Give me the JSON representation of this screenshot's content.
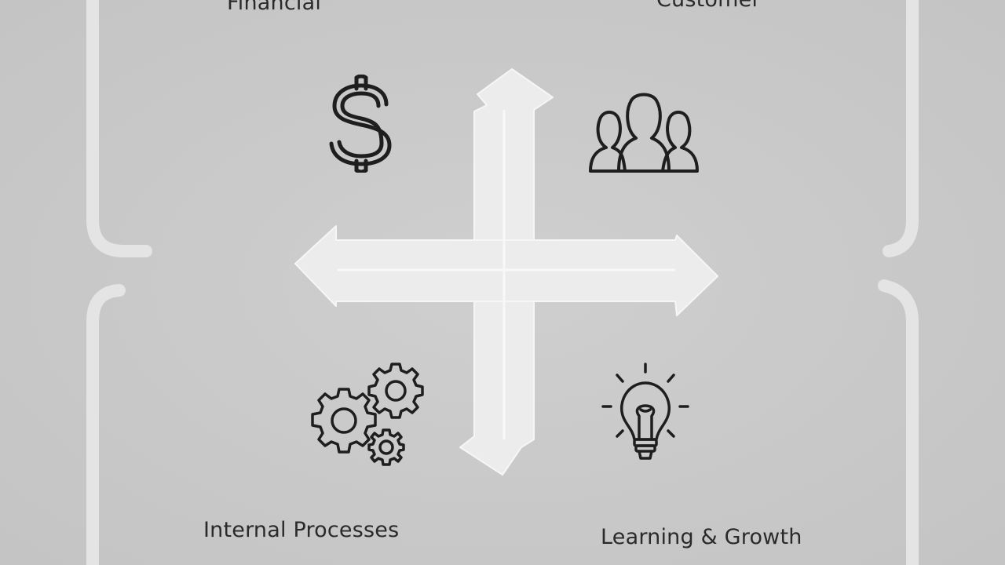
{
  "quadrants": {
    "financial": {
      "label": "Financial",
      "icon": "dollar-sign-icon"
    },
    "customer": {
      "label": "Customer",
      "icon": "people-group-icon"
    },
    "internal_processes": {
      "label": "Internal Processes",
      "icon": "gears-icon"
    },
    "learning_growth": {
      "label": "Learning & Growth",
      "icon": "lightbulb-icon"
    }
  },
  "colors": {
    "background": "#c9c9c9",
    "arrows": "#ececec",
    "brackets": "#e6e6e6",
    "icon_stroke": "#1e1e1e",
    "text": "#2a2a2a"
  }
}
